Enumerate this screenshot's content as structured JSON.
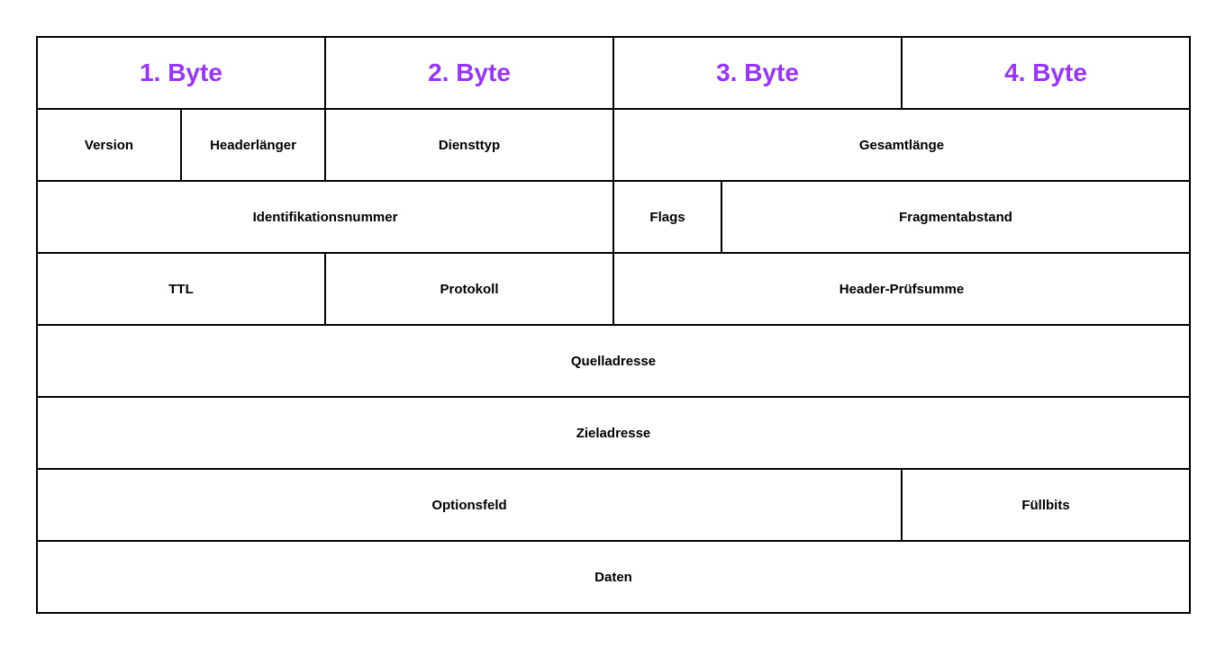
{
  "colors": {
    "byte_header_text": "#9933ff",
    "field_text": "#000000",
    "border": "#000000",
    "background": "#ffffff"
  },
  "header_row": {
    "cells": [
      {
        "label": "1. Byte"
      },
      {
        "label": "2. Byte"
      },
      {
        "label": "3. Byte"
      },
      {
        "label": "4. Byte"
      }
    ]
  },
  "field_rows": [
    {
      "cells": [
        {
          "label": "Version"
        },
        {
          "label": "Headerlänger"
        },
        {
          "label": "Diensttyp"
        },
        {
          "label": "Gesamtlänge"
        }
      ]
    },
    {
      "cells": [
        {
          "label": "Identifikationsnummer"
        },
        {
          "label": "Flags"
        },
        {
          "label": "Fragmentabstand"
        }
      ]
    },
    {
      "cells": [
        {
          "label": "TTL"
        },
        {
          "label": "Protokoll"
        },
        {
          "label": "Header-Prüfsumme"
        }
      ]
    },
    {
      "cells": [
        {
          "label": "Quelladresse"
        }
      ]
    },
    {
      "cells": [
        {
          "label": "Zieladresse"
        }
      ]
    },
    {
      "cells": [
        {
          "label": "Optionsfeld"
        },
        {
          "label": "Füllbits"
        }
      ]
    },
    {
      "cells": [
        {
          "label": "Daten"
        }
      ]
    }
  ]
}
